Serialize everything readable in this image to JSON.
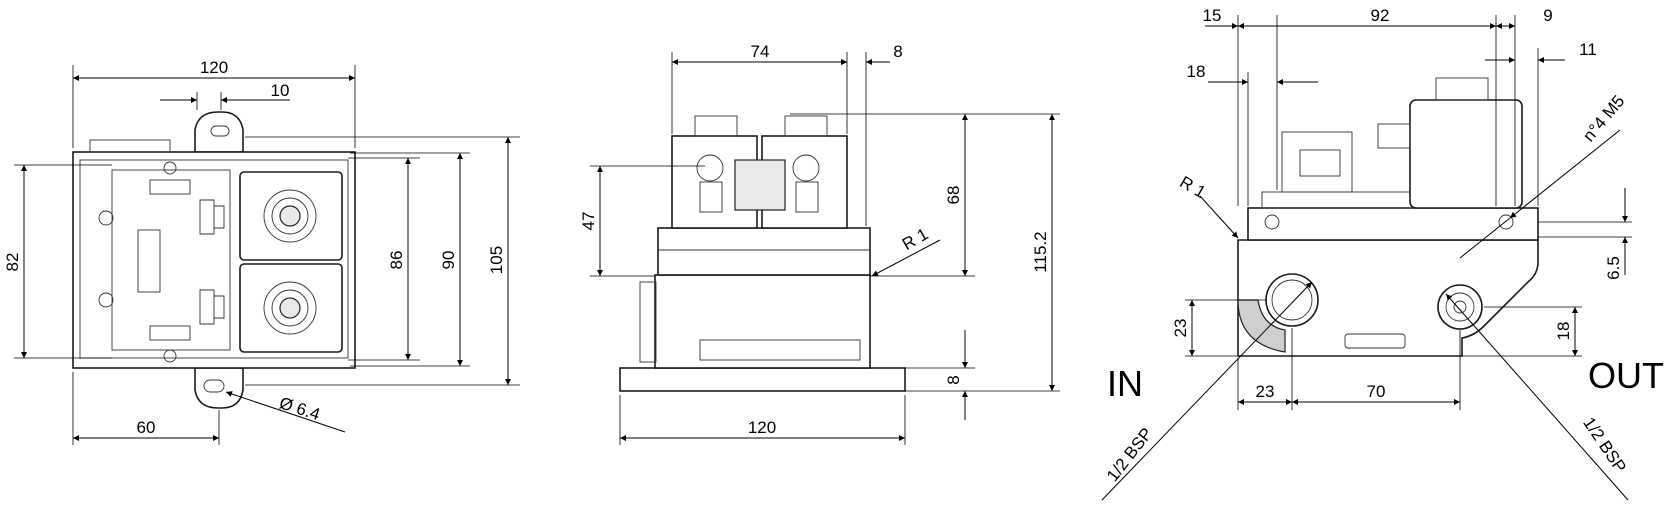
{
  "front_view": {
    "dim_width": "120",
    "dim_lug_offset": "10",
    "dim_height_82": "82",
    "dim_height_86": "86",
    "dim_height_90": "90",
    "dim_height_105": "105",
    "dim_hole_pos": "60",
    "dim_hole_dia": "Ø 6.4"
  },
  "side_view": {
    "dim_74": "74",
    "dim_8_top": "8",
    "dim_47": "47",
    "dim_68": "68",
    "dim_115": "115.2",
    "dim_8_base": "8",
    "dim_120": "120",
    "radius": "R 1"
  },
  "port_view": {
    "dim_15": "15",
    "dim_92": "92",
    "dim_9": "9",
    "dim_11": "11",
    "dim_18_top": "18",
    "thread_note": "n°4 M5",
    "radius": "R 1",
    "dim_6_5": "6.5",
    "dim_23_v": "23",
    "dim_18_v": "18",
    "dim_23_h": "23",
    "dim_70": "70",
    "label_in": "IN",
    "label_out": "OUT",
    "bsp_in": "1/2 BSP",
    "bsp_out": "1/2 BSP"
  }
}
